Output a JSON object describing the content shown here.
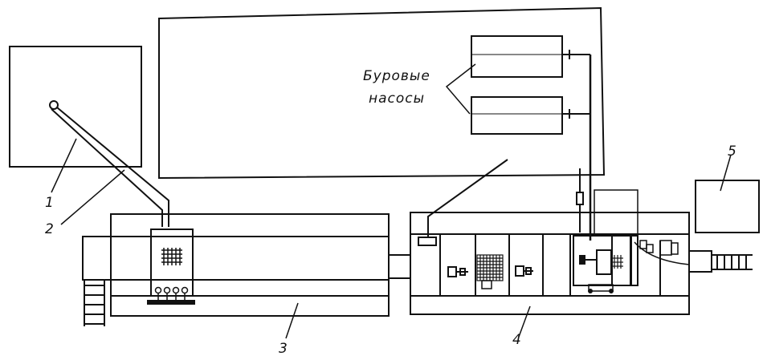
{
  "callout_text": {
    "line1": "Буровые",
    "line2": "насосы"
  },
  "labels": {
    "n1": "1",
    "n2": "2",
    "n3": "3",
    "n4": "4",
    "n5": "5"
  }
}
